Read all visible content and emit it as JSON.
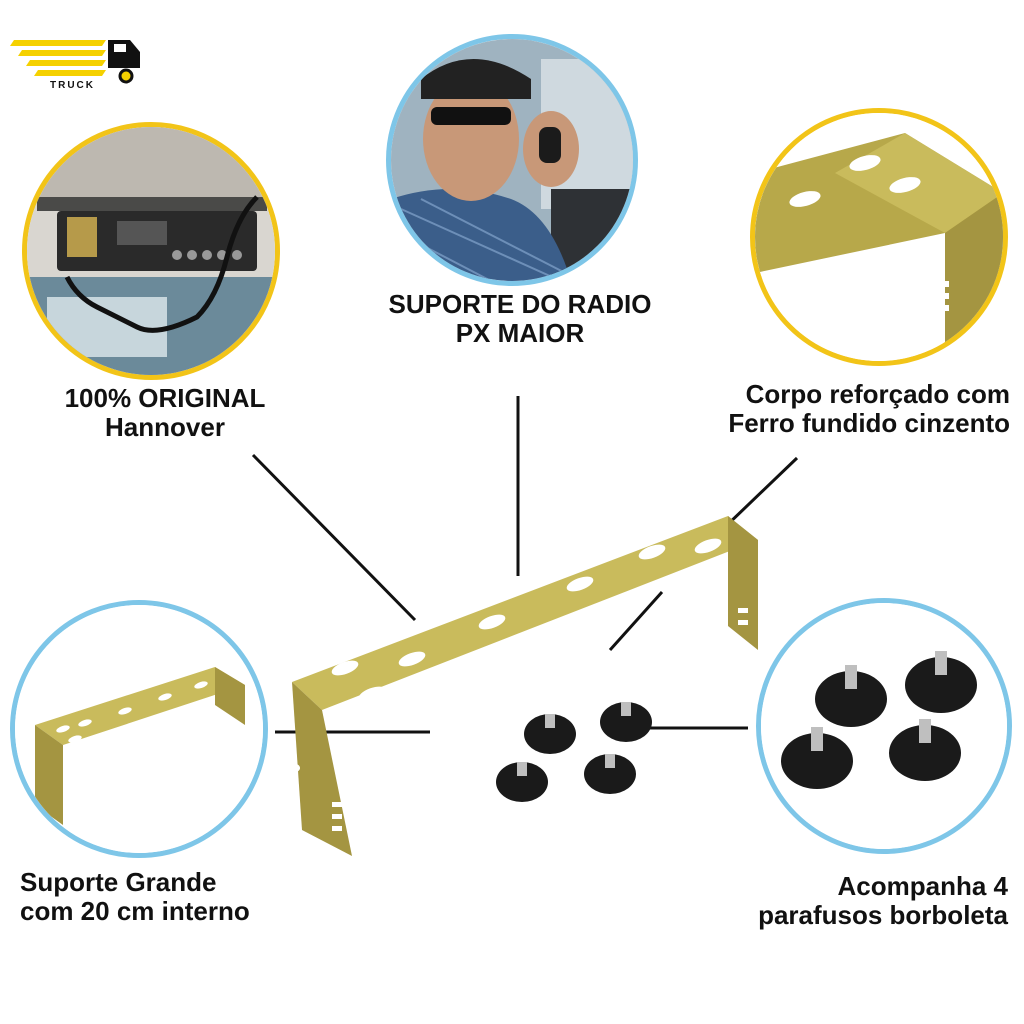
{
  "logo": {
    "text": "TRUCK",
    "colors": {
      "stripes": "#f5d100",
      "truck": "#111111"
    }
  },
  "labels": {
    "suporte_radio": {
      "line1": "SUPORTE DO RADIO",
      "line2": "PX MAIOR"
    },
    "original": {
      "line1": "100% ORIGINAL",
      "line2": "Hannover"
    },
    "corpo": {
      "line1": "Corpo reforçado com",
      "line2": "Ferro fundido cinzento"
    },
    "suporte_grande": {
      "line1": "Suporte Grande",
      "line2": "com 20 cm interno"
    },
    "acompanha": {
      "line1": "Acompanha 4",
      "line2": "parafusos borboleta"
    }
  },
  "colors": {
    "yellow_ring": "#f2c418",
    "blue_ring": "#7ec6e8",
    "bracket": "#b7a84a",
    "bracket_dark": "#8c7f32",
    "knob": "#1a1a1a",
    "text": "#111111"
  }
}
